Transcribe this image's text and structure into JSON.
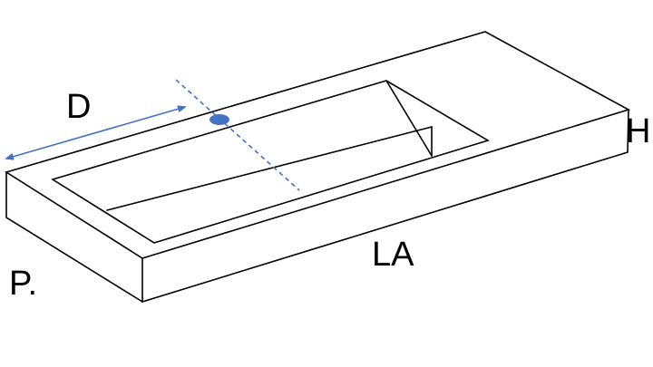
{
  "labels": {
    "depth": "D",
    "height": "H",
    "length": "LA",
    "p": "P."
  },
  "colors": {
    "outline": "#000000",
    "dimension_arrow": "#4472c4",
    "tap_hole": "#4472c4",
    "center_line": "#4472c4",
    "background": "#ffffff"
  }
}
